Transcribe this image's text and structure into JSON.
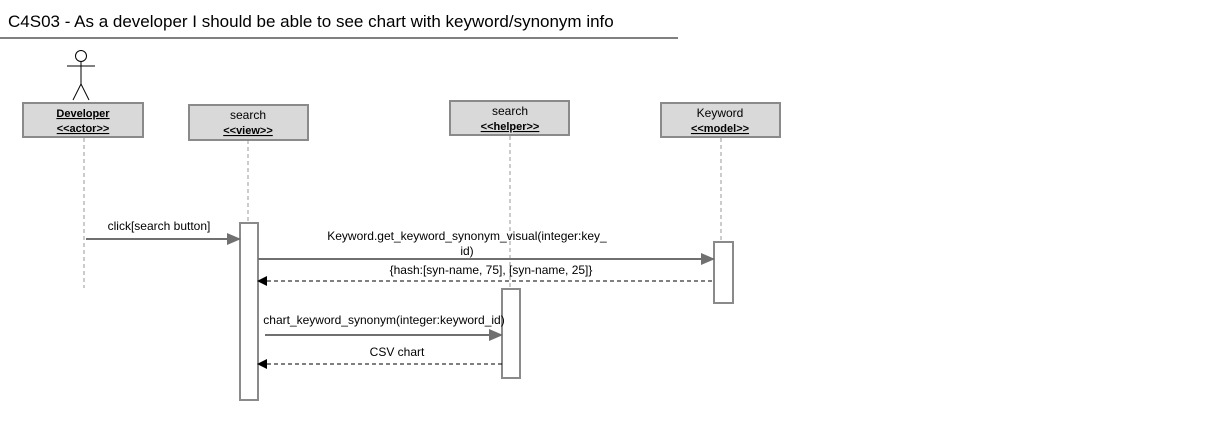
{
  "title": "C4S03 - As a developer I should be able to see  chart with keyword/synonym info",
  "participants": [
    {
      "name": "Developer",
      "stereotype": "<<actor>>"
    },
    {
      "name": "search",
      "stereotype": "<<view>>"
    },
    {
      "name": "search",
      "stereotype": "<<helper>>"
    },
    {
      "name": "Keyword",
      "stereotype": "<<model>>"
    }
  ],
  "messages": {
    "m1": "click[search button]",
    "m2_line1": "Keyword.get_keyword_synonym_visual(integer:key_",
    "m2_line2": "id)",
    "m3": "{hash:[syn-name, 75], [syn-name, 25]}",
    "m4": "chart_keyword_synonym(integer:keyword_id)",
    "m5": "CSV chart"
  }
}
